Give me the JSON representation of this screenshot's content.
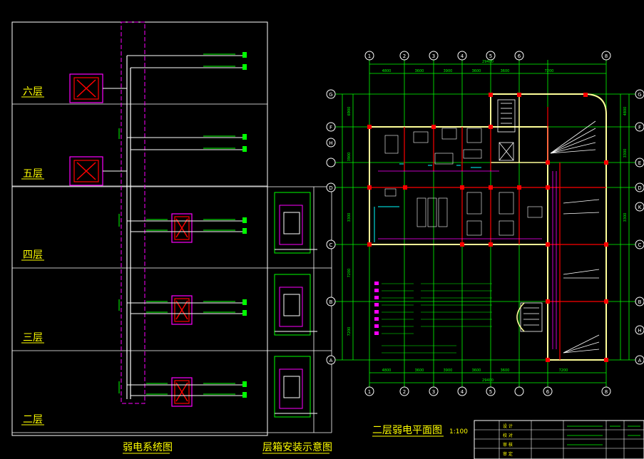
{
  "system_diagram": {
    "floors": [
      "六层",
      "五层",
      "四层",
      "三层",
      "二层"
    ],
    "title": "弱电系统图"
  },
  "box_install": {
    "title": "层箱安装示意图"
  },
  "plan": {
    "title": "二层弱电平面图",
    "scale": "1:100",
    "col_axes": [
      "1",
      "2",
      "3",
      "4",
      "5",
      "6",
      "8"
    ],
    "row_axes": [
      "G",
      "F",
      "E",
      "D",
      "C",
      "B",
      "A"
    ],
    "row_axes_left": [
      "G",
      "F",
      "H",
      "D",
      "C",
      "B",
      "A"
    ],
    "row_axes_right": [
      "G",
      "F",
      "E",
      "D",
      "K",
      "C",
      "B",
      "H",
      "A"
    ],
    "top_dims": [
      "4800",
      "3600",
      "3900",
      "3600",
      "3600",
      "7200"
    ],
    "top_total": "29400",
    "bottom_dims": [
      "4800",
      "3600",
      "3900",
      "3600",
      "3600",
      "7200"
    ],
    "bottom_total": "29400",
    "left_dims": [
      "6900",
      "3900",
      "3300",
      "7200",
      "7200"
    ],
    "right_dims": [
      "4800",
      "3300",
      "3300"
    ]
  },
  "title_block": {
    "rows": [
      "设 计",
      "校 对",
      "审 核",
      "审 定"
    ]
  },
  "colors": {
    "background": "#000000",
    "frame": "#ffffff",
    "magenta": "#ff00ff",
    "red": "#ff0000",
    "green": "#00ff00",
    "yellow": "#ffff00",
    "cyan": "#00ffff"
  }
}
